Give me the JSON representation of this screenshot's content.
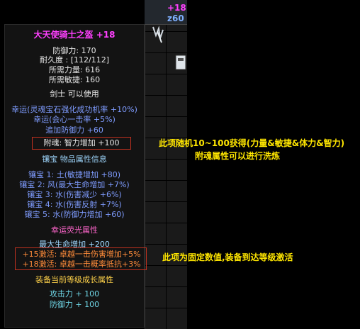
{
  "item": {
    "title": "大天使骑士之盔 +18",
    "defense": "防御力: 170",
    "durability": "耐久度 : [112/112]",
    "req_str": "所需力量: 616",
    "req_agi": "所需敏捷: 160",
    "class_req": "剑士 可以使用",
    "luck_lines": [
      "幸运(灵魂宝石强化成功机率 +10%)",
      "幸运(会心一击率 +5%)",
      "追加防御力 +60"
    ],
    "soul_bind": "附魂: 智力增加 +100",
    "socket_header": "镶宝 物品属性信息",
    "sockets": [
      "镶宝 1: 土(敏捷增加 +80)",
      "镶宝 2: 风(最大生命增加 +7%)",
      "镶宝 3: 水(伤害减少 +6%)",
      "镶宝 4: 水(伤害反射 +7%)",
      "镶宝 5: 水(防御力增加 +60)"
    ],
    "lucky_glow_header": "幸运荧光属性",
    "lucky_glow_value": "最大生命增加 +200",
    "activations": [
      "+15激活: 卓越一击伤害增加+5%",
      "+18激活: 卓越一击概率抵抗+3%"
    ],
    "growth_header": "装备当前等级成长属性",
    "growth_lines": [
      "攻击力 + 100",
      "防御力 + 100"
    ]
  },
  "annotations": {
    "soul_note_line1": "此项随机10~100获得(力量&敏捷&体力&智力)",
    "soul_note_line2": "附魂属性可以进行洗炼",
    "activation_note": "此项为固定数值,装备到达等级激活"
  },
  "inventory": {
    "plus_badge": "+18",
    "z_badge": "z60"
  }
}
